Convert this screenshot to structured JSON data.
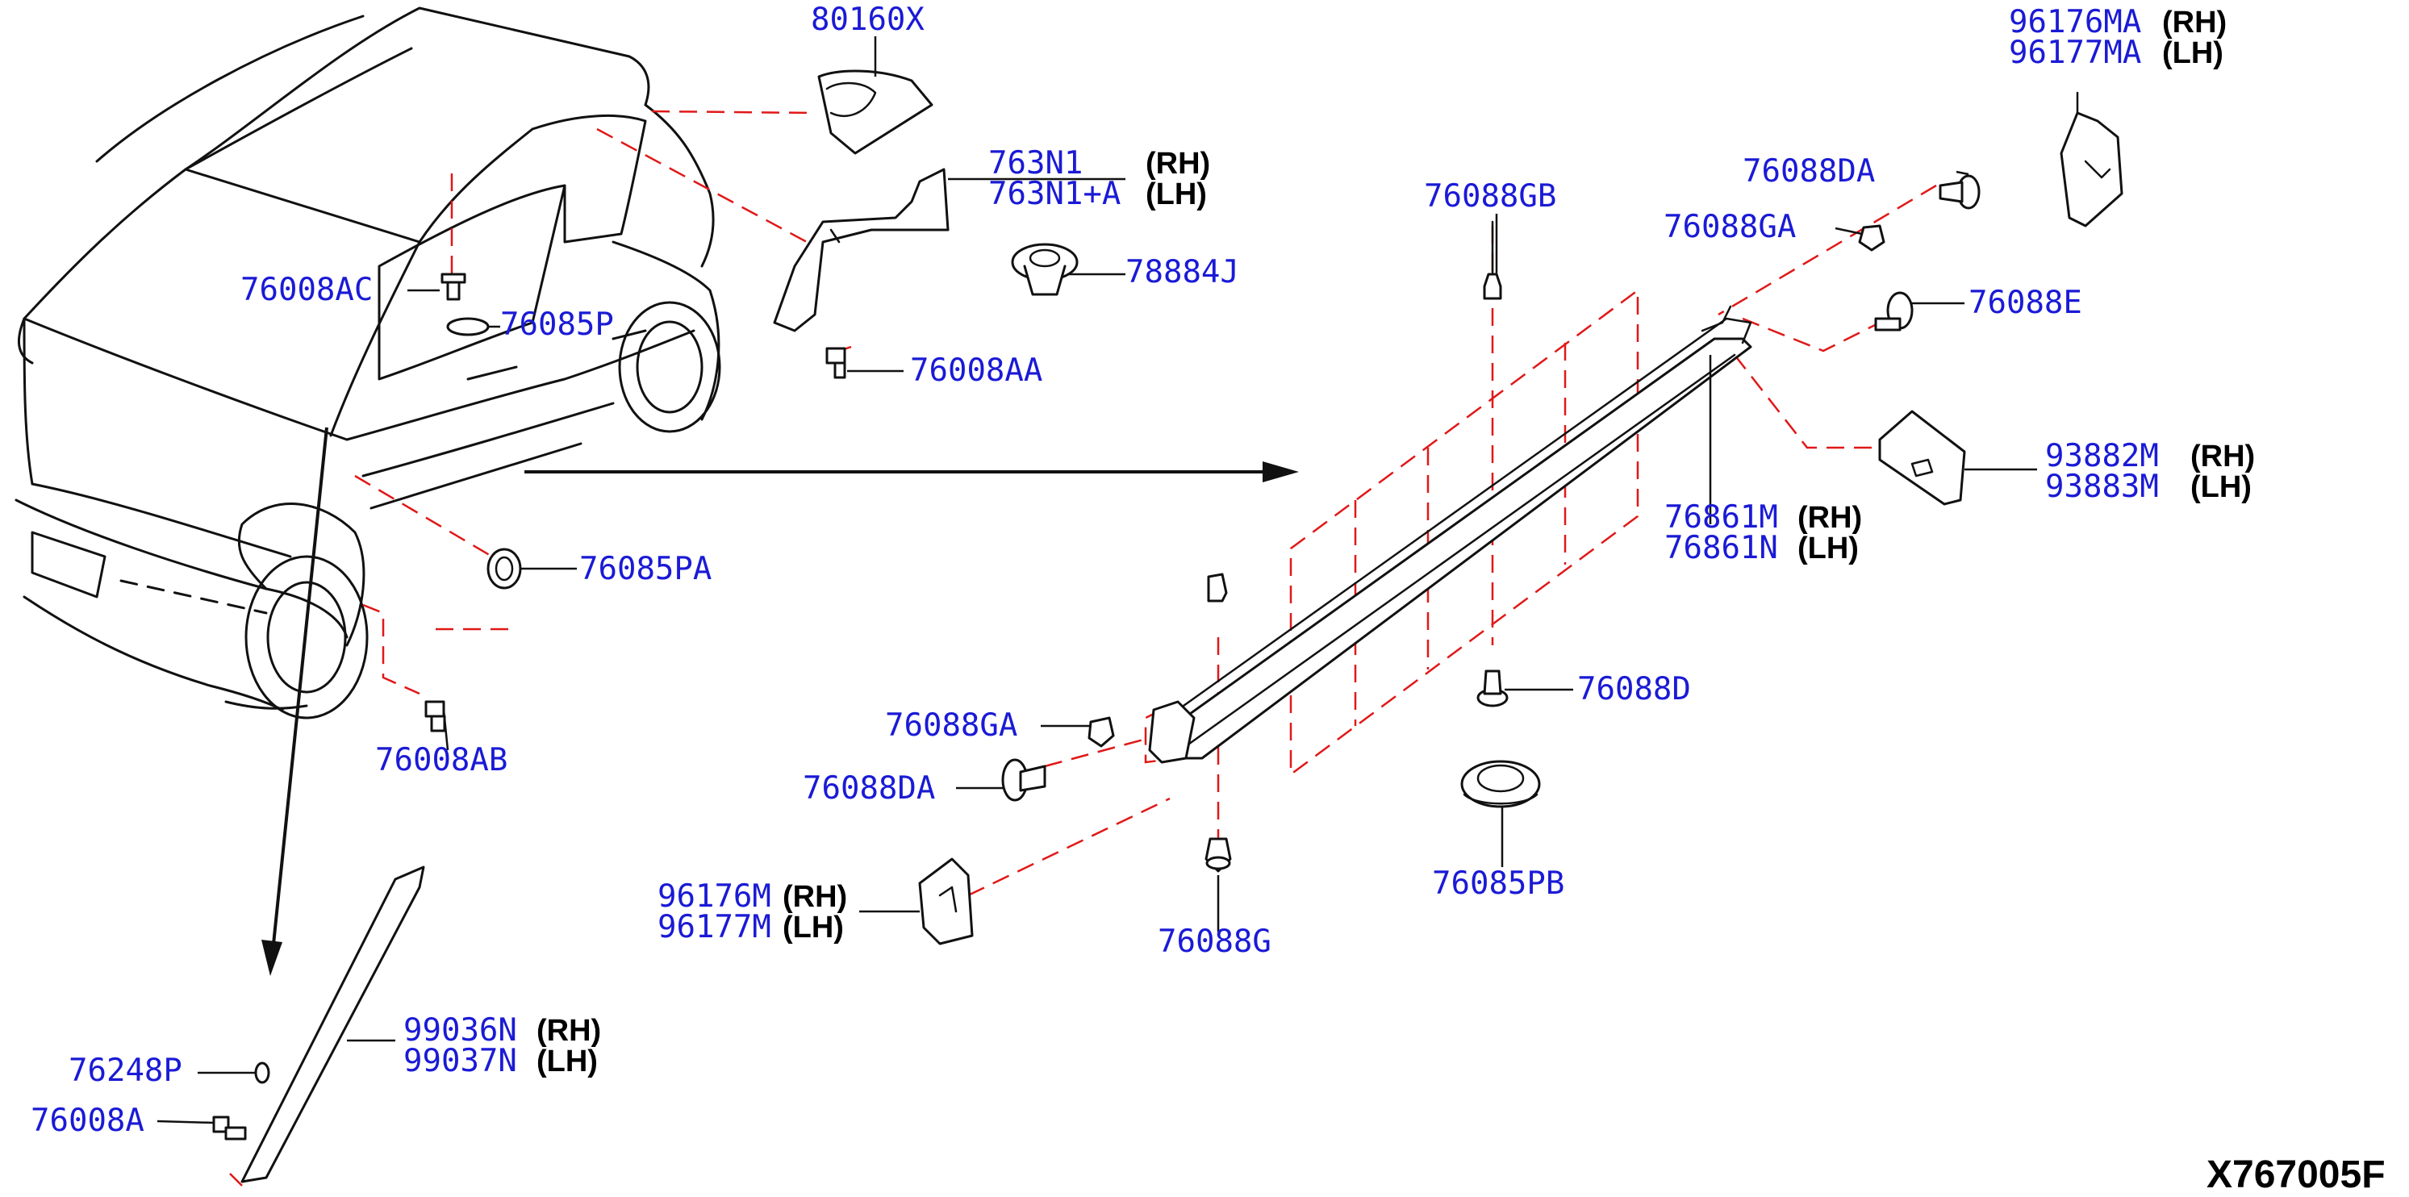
{
  "diagram_code": "X767005F",
  "colors": {
    "label": "#1a1ad6",
    "guide_line": "#e01818",
    "outline": "#111111"
  },
  "labels": {
    "p80160x": "80160X",
    "p763n1": "763N1",
    "p763n1_side": "(RH)",
    "p763n1a": "763N1+A",
    "p763n1a_side": "(LH)",
    "p78884j": "78884J",
    "p76008ac": "76008AC",
    "p76085p": "76085P",
    "p76008aa": "76008AA",
    "p76085pa": "76085PA",
    "p76008ab": "76008AB",
    "p96176ma": "96176MA",
    "p96176ma_side": "(RH)",
    "p96177ma": "96177MA",
    "p96177ma_side": "(LH)",
    "p76088da_top": "76088DA",
    "p76088gb": "76088GB",
    "p76088ga_top": "76088GA",
    "p76088e": "76088E",
    "p93882m": "93882M",
    "p93882m_side": "(RH)",
    "p93883m": "93883M",
    "p93883m_side": "(LH)",
    "p76861m": "76861M",
    "p76861m_side": "(RH)",
    "p76861n": "76861N",
    "p76861n_side": "(LH)",
    "p76088d": "76088D",
    "p76085pb": "76085PB",
    "p76088ga_low": "76088GA",
    "p76088da_low": "76088DA",
    "p96176m": "96176M",
    "p96176m_side": "(RH)",
    "p96177m": "96177M",
    "p96177m_side": "(LH)",
    "p76088g": "76088G",
    "p99036n": "99036N",
    "p99036n_side": "(RH)",
    "p99037n": "99037N",
    "p99037n_side": "(LH)",
    "p76248p": "76248P",
    "p76008a": "76008A"
  }
}
